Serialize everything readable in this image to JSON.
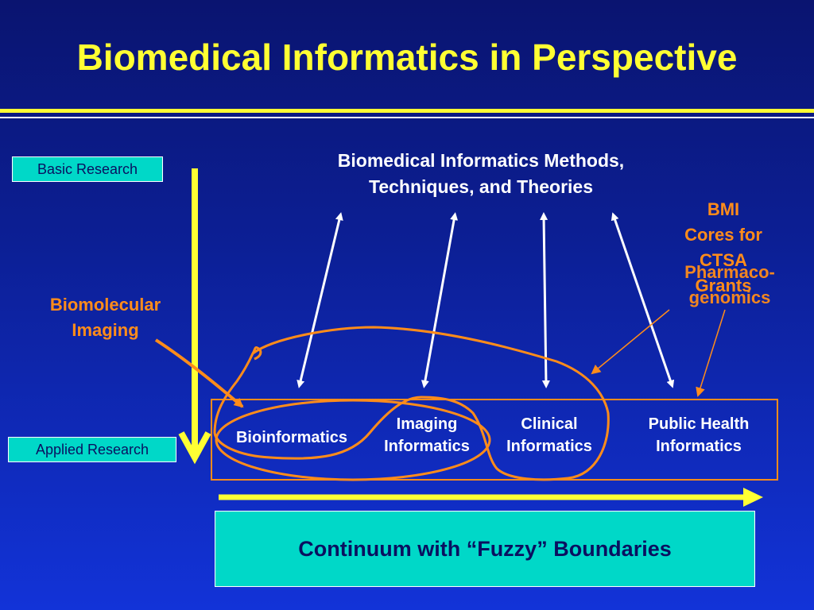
{
  "title": "Biomedical Informatics in Perspective",
  "basic_research": "Basic Research",
  "applied_research": "Applied Research",
  "methods": {
    "line1": "Biomedical Informatics Methods,",
    "line2": "Techniques, and Theories"
  },
  "bmi_cores": {
    "line1": "BMI",
    "line2": "Cores for",
    "line3": "CTSA",
    "line4": "Grants"
  },
  "pharmaco": {
    "line1": "Pharmaco-",
    "line2": "genomics"
  },
  "biomolecular": {
    "line1": "Biomolecular",
    "line2": "Imaging"
  },
  "fields": {
    "bioinformatics": "Bioinformatics",
    "imaging_1": "Imaging",
    "imaging_2": "Informatics",
    "clinical_1": "Clinical",
    "clinical_2": "Informatics",
    "public_1": "Public Health",
    "public_2": "Informatics"
  },
  "continuum": "Continuum with “Fuzzy” Boundaries",
  "colors": {
    "title_yellow": "#ffff33",
    "accent_orange": "#ff8c1a",
    "box_cyan": "#00d8c8",
    "text_navy": "#0a1060"
  }
}
